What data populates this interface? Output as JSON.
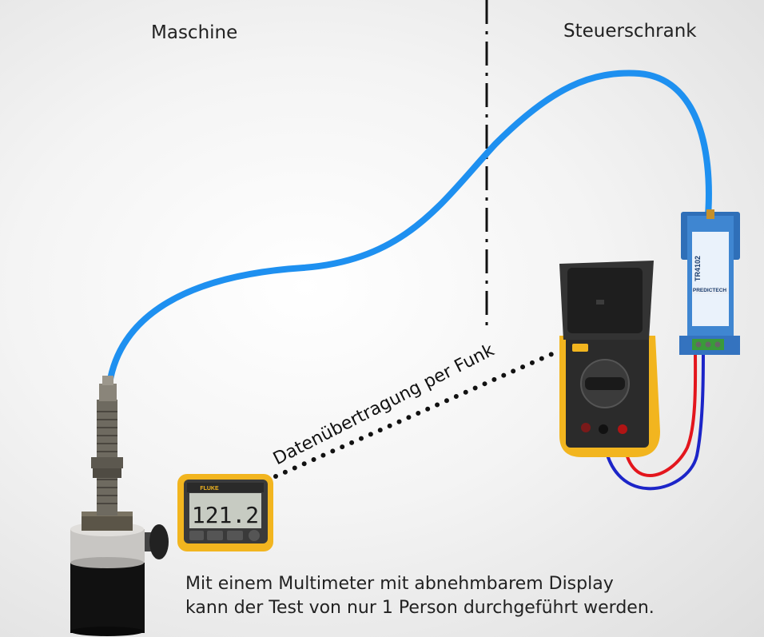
{
  "labels": {
    "machine": "Maschine",
    "cabinet": "Steuerschrank",
    "wireless": "Datenübertragung per Funk"
  },
  "caption": {
    "line1": "Mit einem Multimeter mit abnehmbarem Display",
    "line2": "kann der Test von nur 1 Person durchgeführt werden."
  },
  "transmitter": {
    "model": "TR4102",
    "brand": "PREDICTECH"
  },
  "display": {
    "brand": "FLUKE",
    "reading": "121.2"
  },
  "colors": {
    "cable": "#1e90f0",
    "meter_body": "#f2b51f",
    "wire_red": "#e3161d",
    "wire_blue": "#1c25c8",
    "transmitter_body": "#2f6fb8"
  }
}
